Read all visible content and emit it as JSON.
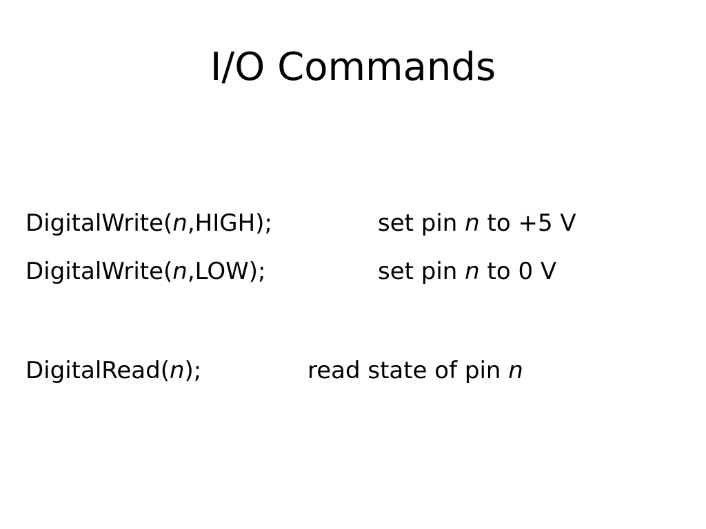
{
  "title": "I/O Commands",
  "commands": [
    {
      "prefix": "DigitalWrite(",
      "arg": "n",
      "suffix": ",HIGH);",
      "desc_pre": "set pin ",
      "desc_var": "n",
      "desc_post": " to +5 V"
    },
    {
      "prefix": "DigitalWrite(",
      "arg": "n",
      "suffix": ",LOW);",
      "desc_pre": "set pin ",
      "desc_var": "n",
      "desc_post": " to 0 V"
    },
    {
      "prefix": "DigitalRead(",
      "arg": "n",
      "suffix": ");",
      "desc_pre": "read state of pin ",
      "desc_var": "n",
      "desc_post": ""
    }
  ]
}
